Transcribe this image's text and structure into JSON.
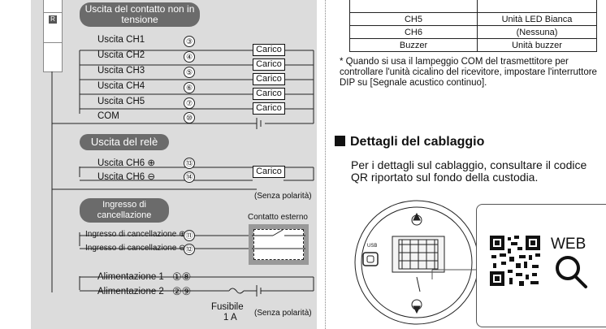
{
  "sections": {
    "contatto": "Uscita del contatto non in tensione",
    "rele": "Uscita del relè",
    "ingresso": "Ingresso di cancellazione"
  },
  "outputs": [
    {
      "label": "Uscita CH1",
      "num": "③"
    },
    {
      "label": "Uscita CH2",
      "num": "④"
    },
    {
      "label": "Uscita CH3",
      "num": "⑤"
    },
    {
      "label": "Uscita CH4",
      "num": "⑥"
    },
    {
      "label": "Uscita CH5",
      "num": "⑦"
    },
    {
      "label": "COM",
      "num": "⑩"
    }
  ],
  "relay": [
    {
      "label": "Uscita CH6 ⊕",
      "num": "⑬"
    },
    {
      "label": "Uscita CH6 ⊖",
      "num": "⑭"
    }
  ],
  "cancel": [
    {
      "label": "Ingresso di cancellazione ⊕",
      "num": "⑪"
    },
    {
      "label": "Ingresso di cancellazione ⊖",
      "num": "⑫"
    }
  ],
  "power": [
    {
      "label": "Alimentazione 1",
      "num": "①⑧"
    },
    {
      "label": "Alimentazione 2",
      "num": "②⑨"
    }
  ],
  "carico": "Carico",
  "senza_polarita": "(Senza polarità)",
  "contatto_esterno": "Contatto esterno",
  "fusibile": "Fusibile",
  "fusibile_rating": "1 A",
  "stack_mark": "R",
  "table": [
    [
      "CH5",
      "Unità LED Bianca"
    ],
    [
      "CH6",
      "(Nessuna)"
    ],
    [
      "Buzzer",
      "Unità buzzer"
    ]
  ],
  "note": "* Quando si usa il lampeggio COM del trasmettitore per controllare l'unità cicalino del ricevitore, impostare l'interruttore DIP su [Segnale acustico continuo].",
  "heading": "Dettagli del cablaggio",
  "paragraph": "Per i dettagli sul cablaggio, consultare il codice QR riportato sul fondo della custodia.",
  "web": "WEB",
  "usb": "USB"
}
